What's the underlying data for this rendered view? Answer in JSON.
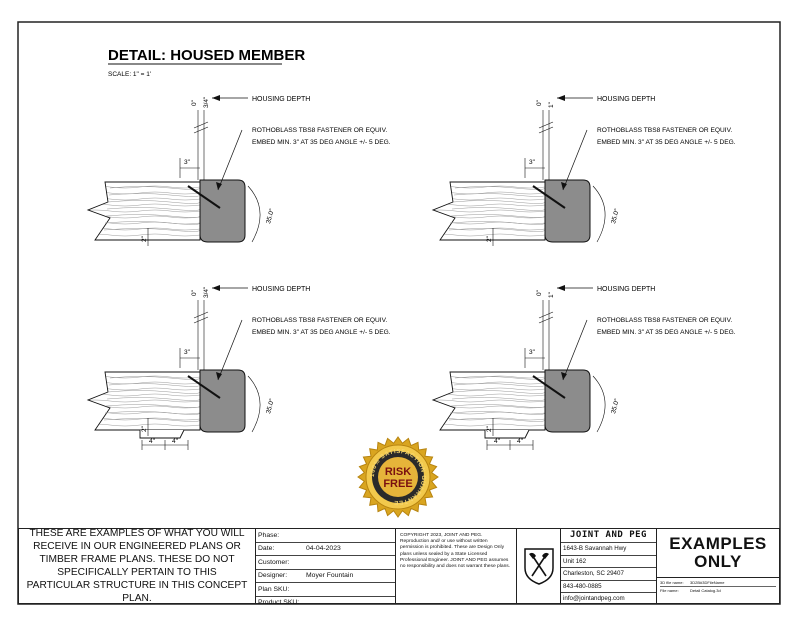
{
  "detail": {
    "title": "DETAIL: HOUSED MEMBER",
    "scale": "SCALE: 1\" = 1'"
  },
  "views": [
    {
      "dim_zero": "0\"",
      "dim_depth": "3/4\"",
      "dim_3": "3\"",
      "dim_2": "2\"",
      "dim_35": "35.0°",
      "has_4": false
    },
    {
      "dim_zero": "0\"",
      "dim_depth": "1\"",
      "dim_3": "3\"",
      "dim_2": "2\"",
      "dim_35": "35.0°",
      "has_4": false
    },
    {
      "dim_zero": "0\"",
      "dim_depth": "3/4\"",
      "dim_3": "3\"",
      "dim_2": "2\"",
      "dim_35": "35.0°",
      "has_4": true
    },
    {
      "dim_zero": "0\"",
      "dim_depth": "1\"",
      "dim_3": "3\"",
      "dim_2": "2\"",
      "dim_35": "35.0°",
      "has_4": true
    }
  ],
  "annotations": {
    "housing_depth": "HOUSING DEPTH",
    "fastener_line1": "ROTHOBLASS TBS8 FASTENER OR EQUIV.",
    "fastener_line2": "EMBED MIN. 3\" AT 35 DEG ANGLE +/- 5 DEG.",
    "dim_4": "4\""
  },
  "seal": {
    "text": "100% SATISFACTION GUARANTEE",
    "line1": "RISK",
    "line2": "FREE"
  },
  "title_block": {
    "disclaimer": "THESE ARE EXAMPLES OF WHAT YOU WILL RECEIVE IN OUR ENGINEERED PLANS OR TIMBER FRAME PLANS. THESE DO NOT SPECIFICALLY PERTAIN TO THIS PARTICULAR STRUCTURE IN THIS CONCEPT PLAN.",
    "fields": {
      "phase_label": "Phase:",
      "date_label": "Date:",
      "date_value": "04-04-2023",
      "customer_label": "Customer:",
      "designer_label": "Designer:",
      "designer_value": "Moyer Fountain",
      "plan_sku_label": "Plan SKU:",
      "product_sku_label": "Product SKU:"
    },
    "copyright": "COPYRIGHT 2023, JOINT AND PEG. Reproduction and/ or use without written permission is prohibited. These are Design Only plans unless sealed by a State Licensed Professional Engineer. JOINT AND PEG assumes no responsibility and does not warrant these plans.",
    "company": {
      "name": "JOINT AND PEG",
      "address1": "1643-B Savannah Hwy",
      "address2": "Unit 162",
      "city": "Charleston, SC 29407",
      "phone": "843-480-0885",
      "email": "info@jointandpeg.com"
    },
    "examples_line1": "EXAMPLES",
    "examples_line2": "ONLY",
    "meta": {
      "file_no_label": "3D file name:",
      "file_no_value": "3D2B#3DFileName",
      "file_name_label": "File name:",
      "file_name_value": "Detail Catalog.3d"
    }
  },
  "colors": {
    "member_fill": "#8c8c8c",
    "seal_gold": "#d9a520",
    "line": "#111111"
  }
}
